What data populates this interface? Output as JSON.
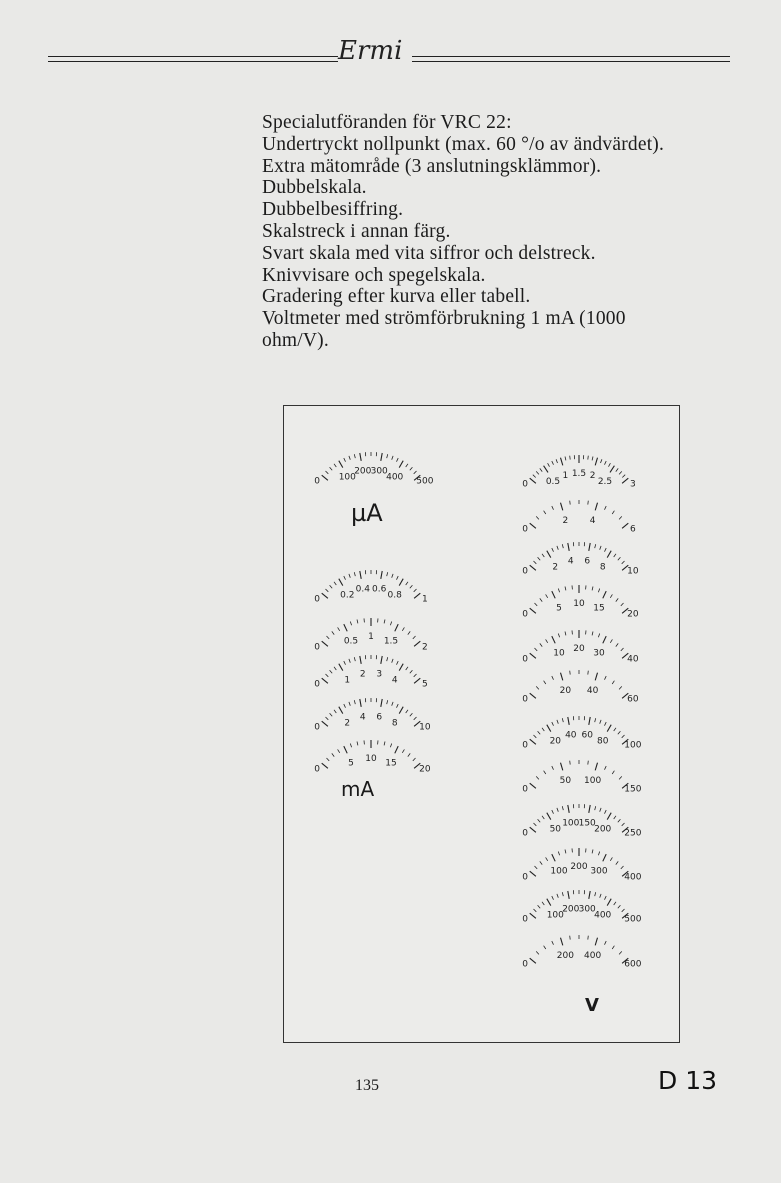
{
  "brand": {
    "logo_text": "Ermi"
  },
  "spec": {
    "lines": [
      "Specialutföranden för VRC 22:",
      "Undertryckt nollpunkt (max. 60 °/o av ändvärdet).",
      "Extra mätområde (3 anslutningsklämmor).",
      "Dubbelskala.",
      "Dubbelbesiffring.",
      "Skalstreck i annan färg.",
      "Svart skala med vita siffror och delstreck.",
      "Knivvisare och spegelskala.",
      "Gradering efter kurva eller tabell.",
      "Voltmeter med strömförbrukning 1 mA (1000",
      "ohm/V)."
    ]
  },
  "figure": {
    "unit_micro": "µA",
    "unit_milli": "mA",
    "unit_volt": "V",
    "left_scales": [
      {
        "labels": [
          "0",
          "100",
          "200",
          "300",
          "400",
          "500"
        ]
      },
      {
        "labels": [
          "0",
          "0.2",
          "0.4",
          "0.6",
          "0.8",
          "1"
        ]
      },
      {
        "labels": [
          "0",
          "0.5",
          "1",
          "1.5",
          "2"
        ]
      },
      {
        "labels": [
          "0",
          "1",
          "2",
          "3",
          "4",
          "5"
        ]
      },
      {
        "labels": [
          "0",
          "2",
          "4",
          "6",
          "8",
          "10"
        ]
      },
      {
        "labels": [
          "0",
          "5",
          "10",
          "15",
          "20"
        ]
      }
    ],
    "right_scales": [
      {
        "labels": [
          "0",
          "0.5",
          "1",
          "1.5",
          "2",
          "2.5",
          "3"
        ]
      },
      {
        "labels": [
          "0",
          "2",
          "4",
          "6"
        ]
      },
      {
        "labels": [
          "0",
          "2",
          "4",
          "6",
          "8",
          "10"
        ]
      },
      {
        "labels": [
          "0",
          "5",
          "10",
          "15",
          "20"
        ]
      },
      {
        "labels": [
          "0",
          "10",
          "20",
          "30",
          "40"
        ]
      },
      {
        "labels": [
          "0",
          "20",
          "40",
          "60"
        ]
      },
      {
        "labels": [
          "0",
          "20",
          "40",
          "60",
          "80",
          "100"
        ]
      },
      {
        "labels": [
          "0",
          "50",
          "100",
          "150"
        ]
      },
      {
        "labels": [
          "0",
          "50",
          "100",
          "150",
          "200",
          "250"
        ]
      },
      {
        "labels": [
          "0",
          "100",
          "200",
          "300",
          "400"
        ]
      },
      {
        "labels": [
          "0",
          "100",
          "200",
          "300",
          "400",
          "500"
        ]
      },
      {
        "labels": [
          "0",
          "200",
          "400",
          "600"
        ]
      }
    ]
  },
  "footer": {
    "page_number": "135",
    "section": "D 13"
  }
}
